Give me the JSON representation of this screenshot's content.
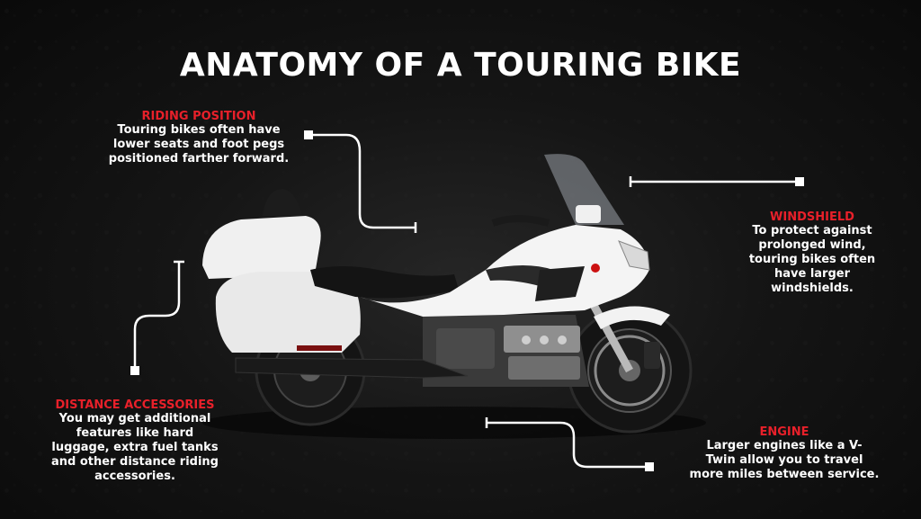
{
  "title": "ANATOMY OF A TOURING BIKE",
  "callouts": {
    "riding_position": {
      "heading": "RIDING POSITION",
      "body": "Touring bikes often have\nlower seats and foot pegs\npositioned farther forward."
    },
    "windshield": {
      "heading": "WINDSHIELD",
      "body": "To protect against\nprolonged wind,\ntouring bikes often\nhave larger\nwindshields."
    },
    "distance_accessories": {
      "heading": "DISTANCE ACCESSORIES",
      "body": "You may get additional\nfeatures like hard\nluggage, extra fuel tanks\nand other distance riding\naccessories."
    },
    "engine": {
      "heading": "ENGINE",
      "body": "Larger engines like a V-\nTwin allow you to travel\nmore miles between service."
    }
  },
  "colors": {
    "accent": "#e8202a",
    "text": "#ffffff",
    "background": "#0b0b0b",
    "bike_body": "#f2f2f2"
  }
}
